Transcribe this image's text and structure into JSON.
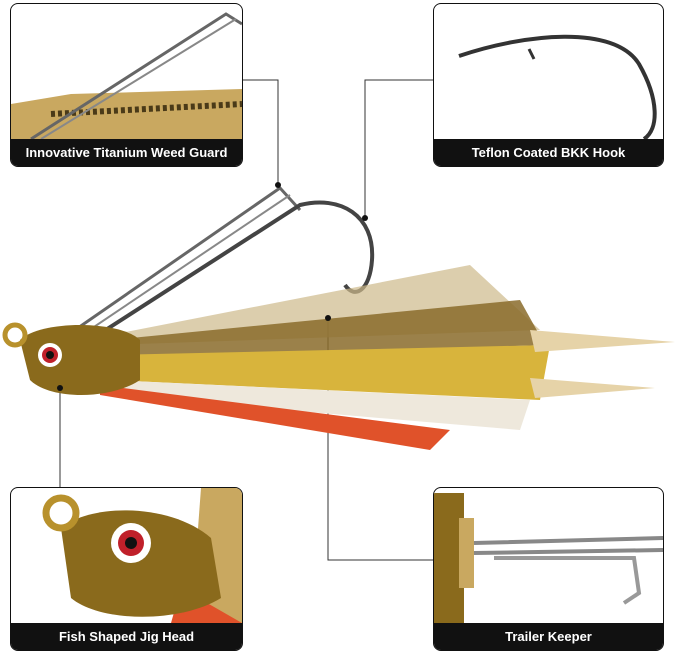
{
  "callouts": {
    "weed_guard": "Innovative Titanium Weed Guard",
    "hook": "Teflon Coated BKK Hook",
    "jig_head": "Fish Shaped Jig Head",
    "trailer_keeper": "Trailer Keeper"
  },
  "colors": {
    "label_bg": "#111111",
    "skirt_gold": "#d8b43c",
    "skirt_orange": "#e0522a",
    "head": "#8a6a1c"
  }
}
